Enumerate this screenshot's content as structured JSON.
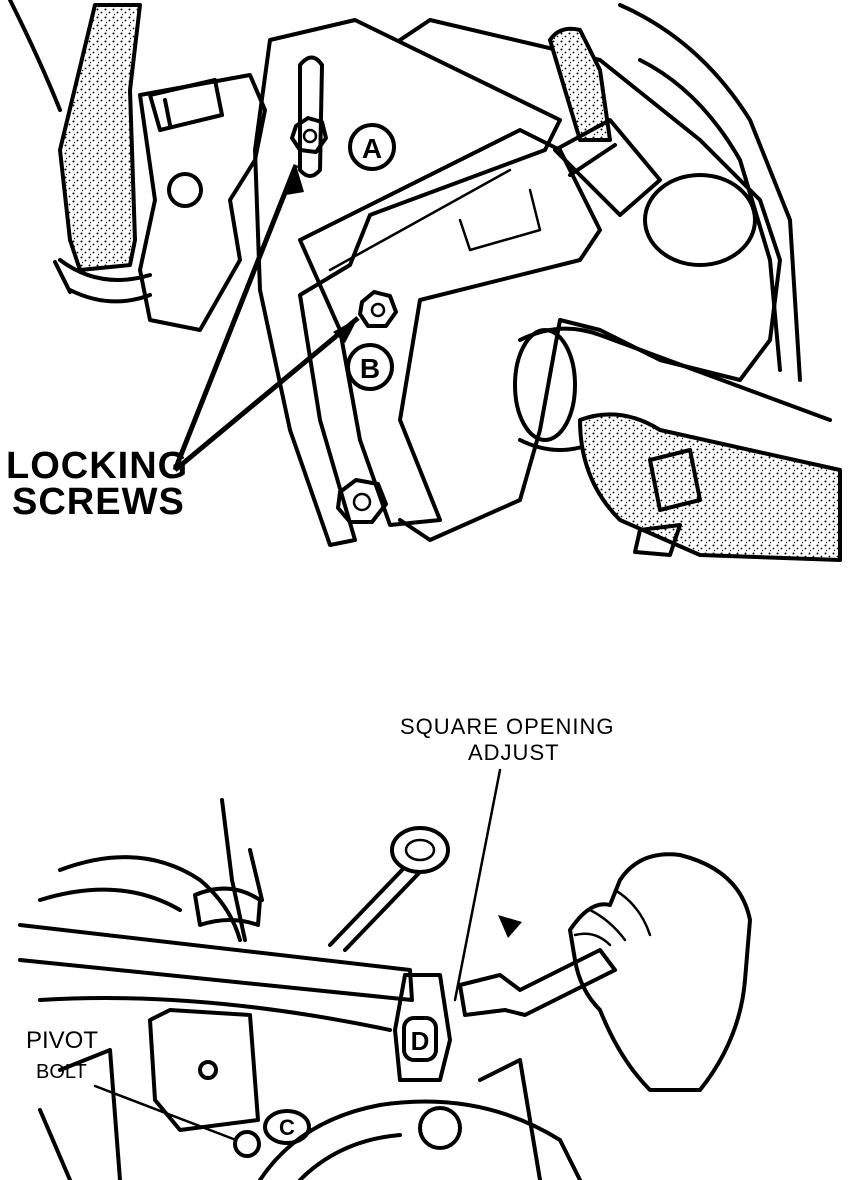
{
  "top_figure": {
    "locking_screws_line1": "LOCKING",
    "locking_screws_line2": "SCREWS",
    "callout_a": "A",
    "callout_b": "B"
  },
  "bottom_figure": {
    "square_opening_line1": "SQUARE OPENING",
    "square_opening_line2": "ADJUST",
    "pivot_line1": "PIVOT",
    "pivot_line2": "BOLT",
    "callout_c": "C",
    "callout_d": "D"
  }
}
